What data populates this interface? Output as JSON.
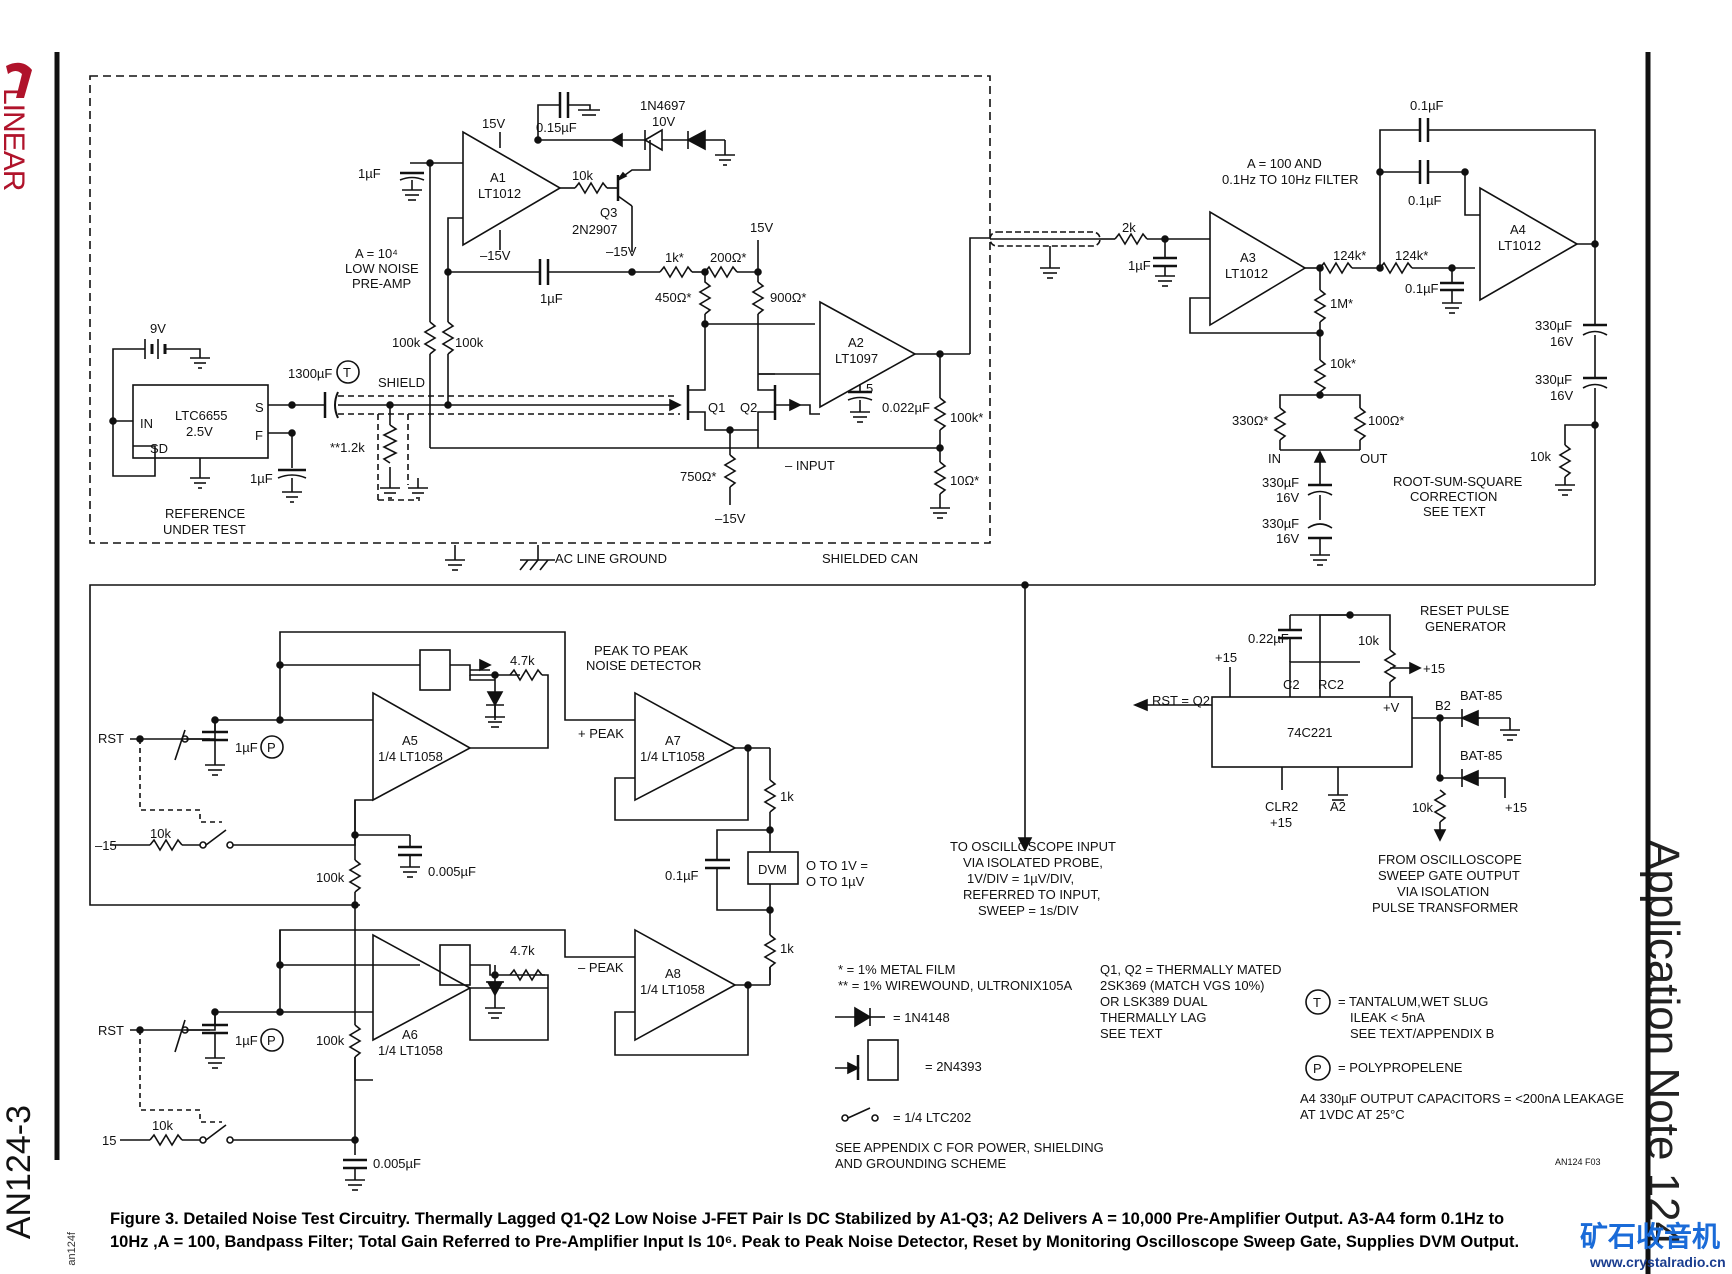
{
  "header": {
    "brand": "LINEAR",
    "page_title": "Application Note 124",
    "page_number": "AN124-3",
    "file_code": "an124f"
  },
  "labels": {
    "c_1u_a": "1µF",
    "a1_supply": "15V",
    "c_015": "0.15µF",
    "zener_name": "1N4697",
    "zener_volt": "10V",
    "a1_name": "A1",
    "a1_part": "LT1012",
    "a1_neg": "–15V",
    "r_10k_q3": "10k",
    "q3_name": "Q3",
    "q3_part": "2N2907",
    "q3_neg": "–15V",
    "gain_line1": "A = 10⁴",
    "gain_line2": "LOW NOISE",
    "gain_line3": "PRE-AMP",
    "c_1u_b": "1µF",
    "r_1k": "1k*",
    "r_200": "200Ω*",
    "v15": "15V",
    "r_450": "450Ω*",
    "r_900": "900Ω*",
    "batt": "9V",
    "ref_part": "LTC6655",
    "ref_volt": "2.5V",
    "pin_in": "IN",
    "pin_sd": "SD",
    "pin_s": "S",
    "pin_f": "F",
    "c_1300": "1300µF",
    "tant": "T",
    "shield": "SHIELD",
    "r_100k_a": "100k",
    "r_100k_b": "100k",
    "a2_name": "A2",
    "a2_part": "LT1097",
    "pin5": "5",
    "c_0022": "0.022µF",
    "q1": "Q1",
    "q2": "Q2",
    "r_12k": "**1.2k",
    "c_1u_c": "1µF",
    "r_750": "750Ω*",
    "neg15": "–15V",
    "minus_input": "– INPUT",
    "r_100k_fb": "100k*",
    "r_10": "10Ω*",
    "ref_l1": "REFERENCE",
    "ref_l2": "UNDER TEST",
    "ac_ground": "AC LINE GROUND",
    "shielded_can": "SHIELDED CAN",
    "c_01_top": "0.1µF",
    "filt_l1": "A = 100 AND",
    "filt_l2": "0.1Hz TO 10Hz FILTER",
    "c_01_b": "0.1µF",
    "r_2k": "2k",
    "c_1u_d": "1µF",
    "a3_name": "A3",
    "a3_part": "LT1012",
    "r_124a": "124k*",
    "r_124b": "124k*",
    "a4_name": "A4",
    "a4_part": "LT1012",
    "c_01_c": "0.1µF",
    "r_1m": "1M*",
    "r_10k_s": "10k*",
    "c_330a": "330µF",
    "v16a": "16V",
    "c_330b": "330µF",
    "v16b": "16V",
    "r_10k_o": "10k",
    "r_330": "330Ω*",
    "r_100o": "100Ω*",
    "in_lbl": "IN",
    "out_lbl": "OUT",
    "c_330c": "330µF",
    "v16c": "16V",
    "c_330d": "330µF",
    "v16d": "16V",
    "rss1": "ROOT-SUM-SQUARE",
    "rss2": "CORRECTION",
    "rss3": "SEE TEXT",
    "pk1": "PEAK TO PEAK",
    "pk2": "NOISE DETECTOR",
    "r_47a": "4.7k",
    "rst_a": "RST",
    "c_1u_e": "1µF",
    "poly": "P",
    "a5_name": "A5",
    "a5_part": "1/4 LT1058",
    "pos_peak": "+ PEAK",
    "a7_name": "A7",
    "a7_part": "1/4 LT1058",
    "r_1k_a": "1k",
    "r_10k_a": "10k",
    "neg15b": "–15",
    "c_0005a": "0.005µF",
    "r_100k_c": "100k",
    "c_01_d": "0.1µF",
    "dvm": "DVM",
    "dvm1": "O TO 1V =",
    "dvm2": "O TO 1µV",
    "r_1k_b": "1k",
    "r_47b": "4.7k",
    "neg_peak": "– PEAK",
    "a8_name": "A8",
    "a8_part": "1/4 LT1058",
    "rst_b": "RST",
    "c_1u_f": "1µF",
    "r_100k_d": "100k",
    "a6_name": "A6",
    "a6_part": "1/4 LT1058",
    "r_10k_b": "10k",
    "v15b": "15",
    "c_0005b": "0.005µF",
    "osc1": "TO OSCILLOSCOPE INPUT",
    "osc2": "VIA ISOLATED PROBE,",
    "osc3": "1V/DIV = 1µV/DIV,",
    "osc4": "REFERRED TO INPUT,",
    "osc5": "SWEEP = 1s/DIV",
    "rp1": "RESET PULSE",
    "rp2": "GENERATOR",
    "c_022": "0.22µF",
    "r_10k_r": "10k",
    "p15a": "+15",
    "p15b": "+15",
    "pin_c2": "C2",
    "pin_rc2": "RC2",
    "pin_v": "+V",
    "rst_q2": "RST = Q2",
    "chip": "74C221",
    "bat1": "BAT-85",
    "pin_b2": "B2",
    "bat2": "BAT-85",
    "r_10k_t": "10k",
    "p15c": "+15",
    "clr2": "CLR2",
    "p15d": "+15",
    "pin_a2": "A2",
    "from1": "FROM OSCILLOSCOPE",
    "from2": "SWEEP GATE OUTPUT",
    "from3": "VIA ISOLATION",
    "from4": "PULSE TRANSFORMER",
    "n1": "* = 1% METAL FILM",
    "n2": "** = 1% WIREWOUND, ULTRONIX105A",
    "n3": "= 1N4148",
    "n4": "= 2N4393",
    "n5": "= 1/4 LTC202",
    "n6": "SEE APPENDIX C FOR POWER, SHIELDING",
    "n7": "AND GROUNDING SCHEME",
    "q1a": "Q1, Q2 = THERMALLY MATED",
    "q1b": "2SK369 (MATCH VGS 10%)",
    "q1c": "OR LSK389 DUAL",
    "q1d": "THERMALLY LAG",
    "q1e": "SEE TEXT",
    "t1": "= TANTALUM,WET SLUG",
    "t2": "ILEAK < 5nA",
    "t3": "SEE TEXT/APPENDIX B",
    "p1": "= POLYPROPELENE",
    "a4n1": "A4 330µF OUTPUT CAPACITORS = <200nA LEAKAGE",
    "a4n2": "AT 1VDC AT 25°C",
    "fig": "AN124 F03"
  },
  "caption": {
    "line1": "Figure 3. Detailed Noise Test Circuitry. Thermally Lagged Q1-Q2 Low Noise J-FET Pair Is DC Stabilized by A1-Q3; A2 Delivers A = 10,000 Pre-Amplifier Output. A3-A4 form 0.1Hz to",
    "line2": "10Hz ,A = 100, Bandpass Filter; Total Gain Referred to Pre-Amplifier Input Is 10⁶. Peak to Peak Noise Detector, Reset by Monitoring Oscilloscope Sweep Gate, Supplies DVM Output."
  },
  "watermark": {
    "text": "矿石收音机",
    "url": "www.crystalradio.cn"
  }
}
